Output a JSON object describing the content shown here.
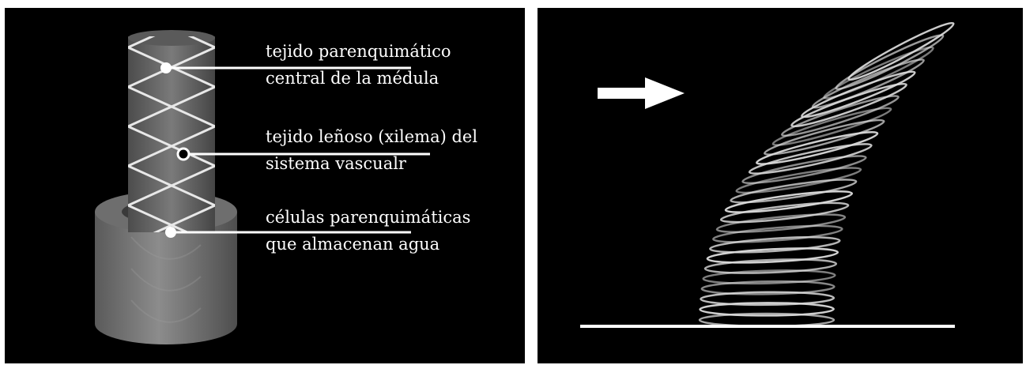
{
  "diagram": {
    "labels": [
      {
        "line1": "tejido parenquimático",
        "line2": "central de la médula"
      },
      {
        "line1": "tejido leñoso (xilema) del",
        "line2": "sistema vascualr"
      },
      {
        "line1": "células parenquimáticas",
        "line2": "que almacenan agua"
      }
    ]
  }
}
